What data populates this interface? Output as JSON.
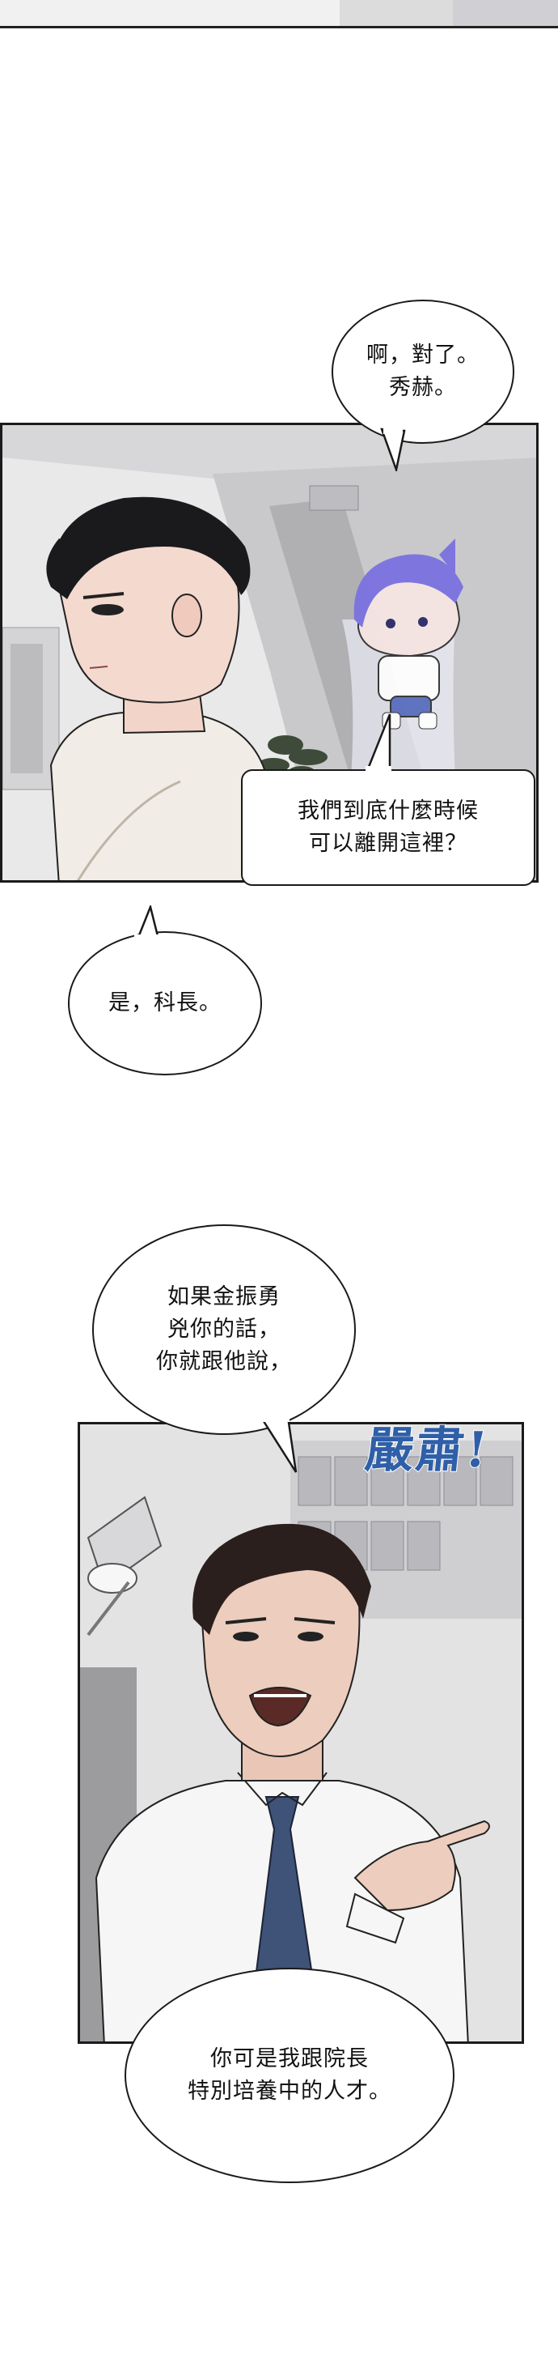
{
  "dialogue": {
    "b1": "啊，對了。\n秀赫。",
    "b2": "我們到底什麼時候\n可以離開這裡？",
    "b3": "是，科長。",
    "b4": "如果金振勇\n兇你的話，\n你就跟他說，",
    "b5": "你可是我跟院長\n特別培養中的人才。"
  },
  "sfx": {
    "text": "嚴肅!"
  },
  "colors": {
    "ink": "#1a1a1a",
    "sfx": "#2f5fa8",
    "ghost": "#7b72e0"
  }
}
